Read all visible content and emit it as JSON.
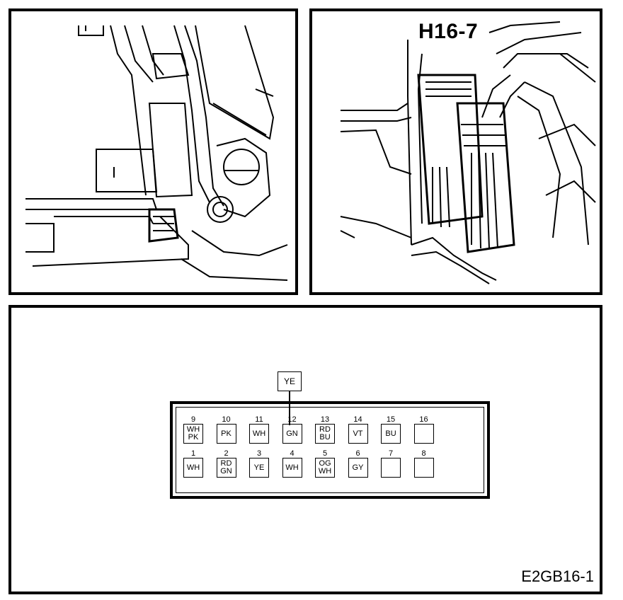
{
  "photo_panel": {
    "connector_label": "H16-7"
  },
  "pinout": {
    "callout_color": "YE",
    "figure_id": "E2GB16-1",
    "top_row": [
      {
        "num": "9",
        "colors": [
          "WH",
          "PK"
        ]
      },
      {
        "num": "10",
        "colors": [
          "PK"
        ]
      },
      {
        "num": "11",
        "colors": [
          "WH"
        ]
      },
      {
        "num": "12",
        "colors": [
          "GN"
        ]
      },
      {
        "num": "13",
        "colors": [
          "RD",
          "BU"
        ]
      },
      {
        "num": "14",
        "colors": [
          "VT"
        ]
      },
      {
        "num": "15",
        "colors": [
          "BU"
        ]
      },
      {
        "num": "16",
        "colors": []
      }
    ],
    "bottom_row": [
      {
        "num": "1",
        "colors": [
          "WH"
        ]
      },
      {
        "num": "2",
        "colors": [
          "RD",
          "GN"
        ]
      },
      {
        "num": "3",
        "colors": [
          "YE"
        ]
      },
      {
        "num": "4",
        "colors": [
          "WH"
        ]
      },
      {
        "num": "5",
        "colors": [
          "OG",
          "WH"
        ]
      },
      {
        "num": "6",
        "colors": [
          "GY"
        ]
      },
      {
        "num": "7",
        "colors": []
      },
      {
        "num": "8",
        "colors": []
      }
    ]
  }
}
